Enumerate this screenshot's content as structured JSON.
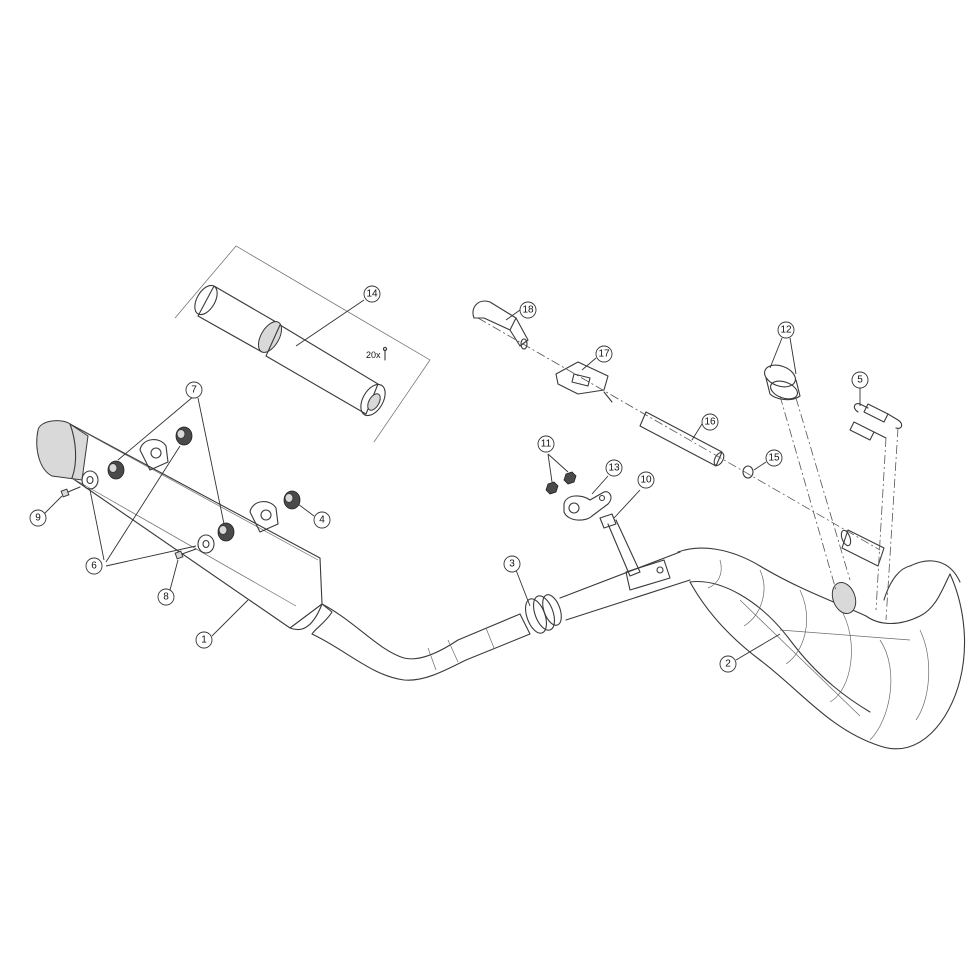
{
  "diagram": {
    "callouts": [
      {
        "id": "c1",
        "label": "1"
      },
      {
        "id": "c2",
        "label": "2"
      },
      {
        "id": "c3",
        "label": "3"
      },
      {
        "id": "c4",
        "label": "4"
      },
      {
        "id": "c5",
        "label": "5"
      },
      {
        "id": "c6",
        "label": "6"
      },
      {
        "id": "c7",
        "label": "7"
      },
      {
        "id": "c8",
        "label": "8"
      },
      {
        "id": "c9",
        "label": "9"
      },
      {
        "id": "c10",
        "label": "10"
      },
      {
        "id": "c11",
        "label": "11"
      },
      {
        "id": "c12",
        "label": "12"
      },
      {
        "id": "c13",
        "label": "13"
      },
      {
        "id": "c14",
        "label": "14"
      },
      {
        "id": "c15",
        "label": "15"
      },
      {
        "id": "c16",
        "label": "16"
      },
      {
        "id": "c17",
        "label": "17"
      },
      {
        "id": "c18",
        "label": "18"
      }
    ],
    "rivet_quantity": "20x"
  }
}
